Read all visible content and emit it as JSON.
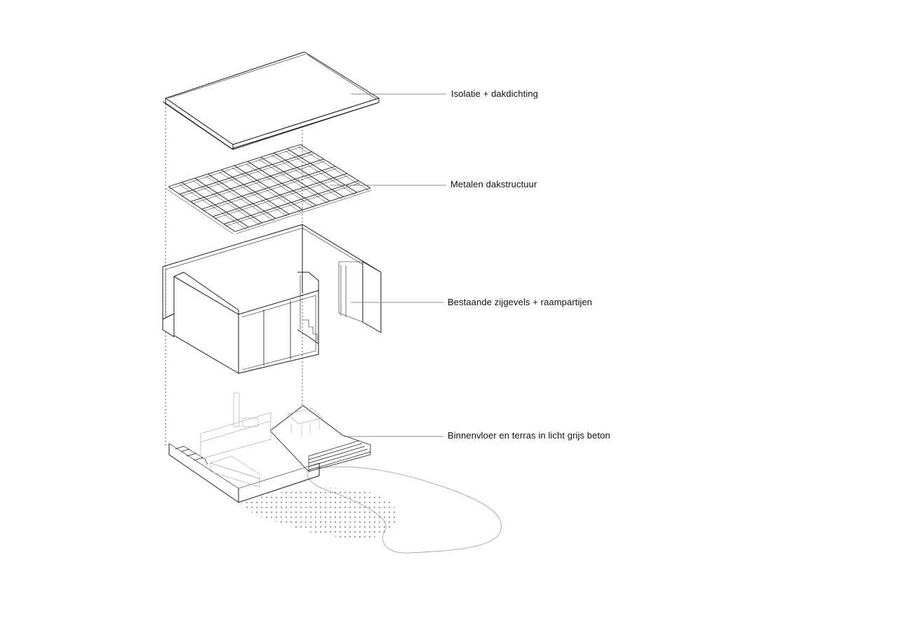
{
  "diagram": {
    "layers": [
      {
        "id": "roof",
        "label": "Isolatie + dakdichting"
      },
      {
        "id": "structure",
        "label": "Metalen dakstructuur"
      },
      {
        "id": "walls",
        "label": "Bestaande zijgevels + raampartijen"
      },
      {
        "id": "floor",
        "label": "Binnenvloer en terras in licht grijs beton"
      }
    ]
  },
  "colors": {
    "line": "#1a1a1a",
    "light_line": "#9a9a9a",
    "background": "#ffffff"
  }
}
